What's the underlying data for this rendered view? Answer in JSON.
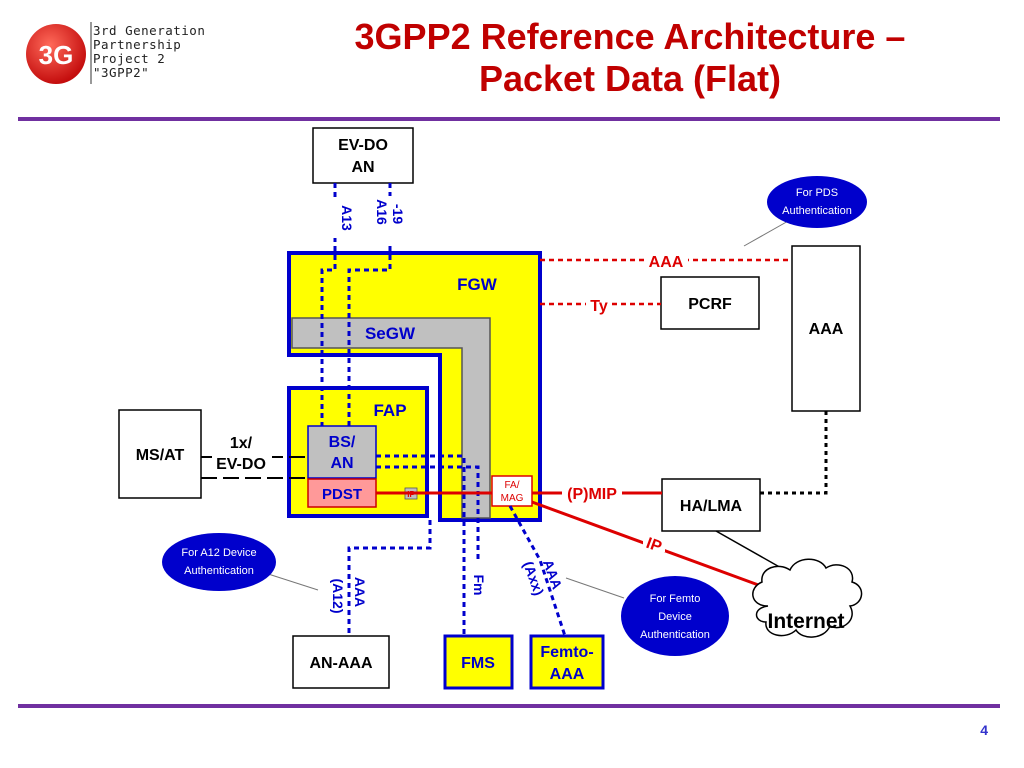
{
  "logo": {
    "badge": "3G",
    "line1": "3rd Generation",
    "line2": "Partnership",
    "line3": "Project 2",
    "line4": "\"3GPP2\""
  },
  "title": {
    "line1": "3GPP2 Reference Architecture –",
    "line2": "Packet Data (Flat)"
  },
  "nodes": {
    "evdo_an_1": "EV-DO",
    "evdo_an_2": "AN",
    "fgw": "FGW",
    "segw": "SeGW",
    "fap": "FAP",
    "bs_an_1": "BS/",
    "bs_an_2": "AN",
    "pdst": "PDST",
    "fa_mag_1": "FA/",
    "fa_mag_2": "MAG",
    "ip_small": "IP",
    "pcrf": "PCRF",
    "aaa": "AAA",
    "ha_lma": "HA/LMA",
    "ms_at": "MS/AT",
    "air_1": "1x/",
    "air_2": "EV-DO",
    "internet": "Internet",
    "an_aaa": "AN-AAA",
    "fms": "FMS",
    "femto_aaa_1": "Femto-",
    "femto_aaa_2": "AAA"
  },
  "interfaces": {
    "a13": "A13",
    "a16_1": "A16",
    "a16_2": "-19",
    "aaa": "AAA",
    "ty": "Ty",
    "pmip": "(P)MIP",
    "ip": "IP",
    "fm": "Fm",
    "aaa_a12_1": "AAA",
    "aaa_a12_2": "(A12)",
    "aaa_axx_1": "AAA",
    "aaa_axx_2": "(Axx)"
  },
  "callouts": {
    "pds_1": "For PDS",
    "pds_2": "Authentication",
    "a12_1": "For A12 Device",
    "a12_2": "Authentication",
    "femto_1": "For Femto",
    "femto_2": "Device",
    "femto_3": "Authentication"
  },
  "footer": {
    "page": "4"
  },
  "colors": {
    "title": "#c00000",
    "rule": "#7030a0",
    "gateway_fill": "#ffff00",
    "gateway_border": "#0000cc",
    "dashed_blue": "#0000cc",
    "dashed_red": "#dd0000",
    "callout_fill": "#0000cc",
    "pmip_red": "#dd0000"
  }
}
